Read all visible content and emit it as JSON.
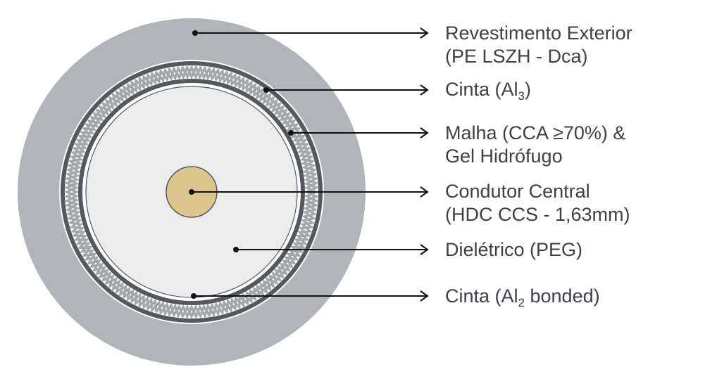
{
  "colors": {
    "jacket": "#b1b4b8",
    "tape": "#55595d",
    "braid": "#a4a7ab",
    "dielectric": "#ececed",
    "conductor": "#dcc68e",
    "text": "#3d4147"
  },
  "labels": [
    {
      "line1": "Revestimento Exterior",
      "line2": "(PE LSZH - Dca)"
    },
    {
      "text": "Cinta (Al",
      "sub": "3",
      "after": ")"
    },
    {
      "line1": "Malha (CCA ≥70%) &",
      "line2": "Gel Hidrófugo"
    },
    {
      "line1": "Condutor Central",
      "line2": "(HDC CCS - 1,63mm)"
    },
    {
      "text": "Dielétrico (PEG)"
    },
    {
      "text": "Cinta (Al",
      "sub": "2",
      "after": " bonded)"
    }
  ]
}
